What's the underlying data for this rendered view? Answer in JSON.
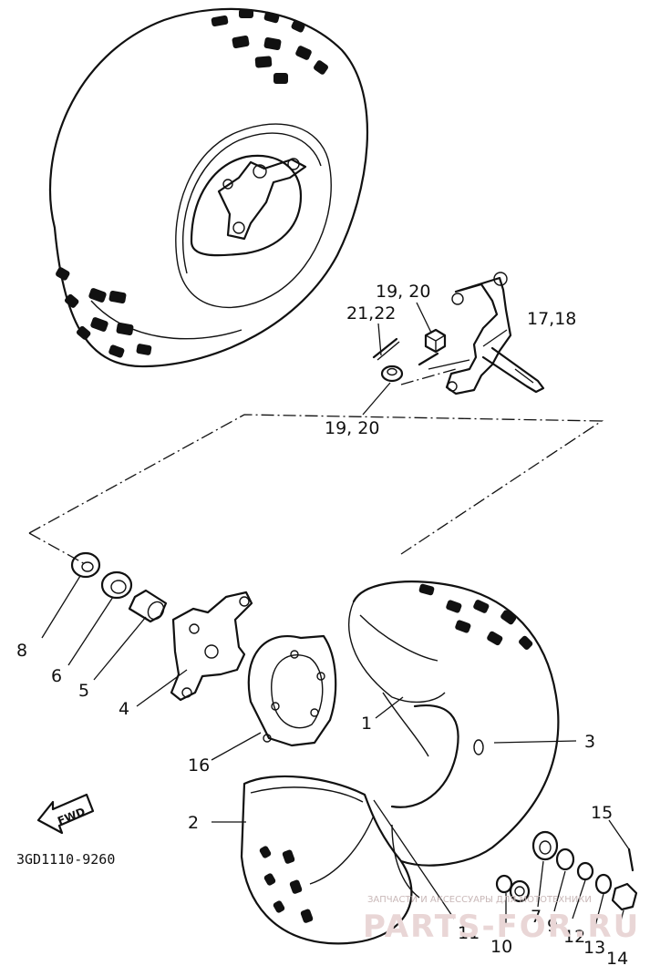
{
  "labels": {
    "l1": "1",
    "l2": "2",
    "l3": "3",
    "l4": "4",
    "l5": "5",
    "l6": "6",
    "l8": "8",
    "l7": "7",
    "l9": "9",
    "l10": "10",
    "l11": "11",
    "l12": "12",
    "l13": "13",
    "l14": "14",
    "l15": "15",
    "l16": "16",
    "l1718": "17,18",
    "l1920a": "19, 20",
    "l1920b": "19, 20",
    "l2122": "21,22"
  },
  "fwd_arrow": "FWD",
  "diagram_code": "3GD1110-9260",
  "watermark": {
    "caption": "ЗАПЧАСТИ И АКСЕССУАРЫ ДЛЯ МОТОТЕХНИКИ",
    "brand": "PARTS-FOR.RU"
  }
}
